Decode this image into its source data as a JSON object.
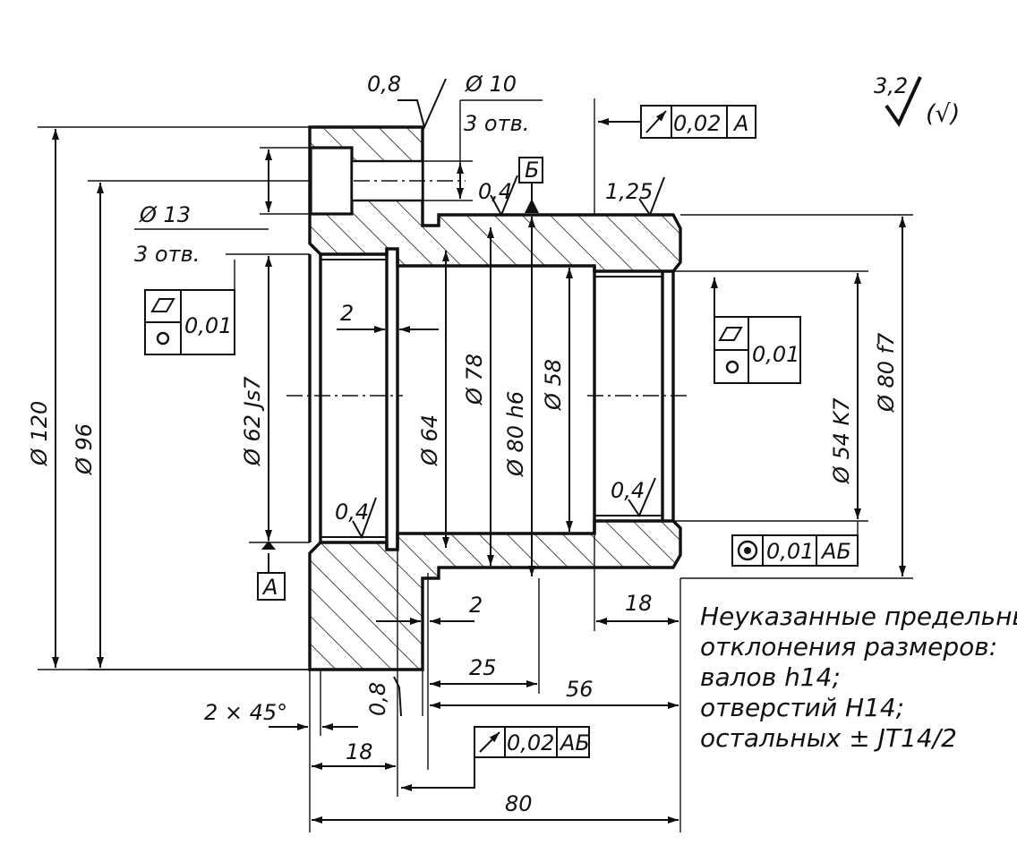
{
  "general_roughness": {
    "value": "3,2",
    "remainder_mark": "(√)"
  },
  "datums": {
    "a": "А",
    "b": "Б"
  },
  "roughness": {
    "face_flange": "0,8",
    "bore_top": "0,4",
    "outer_right": "1,25",
    "bore_left": "0,4",
    "bore_right": "0,4",
    "face_bottom": "0,8"
  },
  "holes": {
    "small_dia": "Ø 10",
    "small_count": "3 отв.",
    "large_dia": "Ø 13",
    "large_count": "3 отв."
  },
  "tolerances": {
    "runout_top": {
      "value": "0,02",
      "datum": "А"
    },
    "runout_bottom": {
      "value": "0,02",
      "datum": "АБ"
    },
    "cyl_left": {
      "value": "0,01"
    },
    "cyl_right": {
      "value": "0,01"
    },
    "coaxial": {
      "value": "0,01",
      "datum": "АБ"
    }
  },
  "diameters": {
    "d120": "Ø 120",
    "d96": "Ø 96",
    "d62": "Ø 62 Js7",
    "d64": "Ø 64",
    "d78": "Ø 78",
    "d80h6": "Ø 80 h6",
    "d58": "Ø 58",
    "d54": "Ø 54 K7",
    "d80f7": "Ø 80 f7"
  },
  "lengths": {
    "groove_top": "2",
    "groove_bottom": "2",
    "right_18": "18",
    "len_25": "25",
    "len_56": "56",
    "left_18": "18",
    "total_80": "80",
    "chamfer": "2 × 45°"
  },
  "note": {
    "line1": "Неуказанные предельные",
    "line2": "отклонения размеров:",
    "line3": "валов h14;",
    "line4": "отверстий H14;",
    "line5": "остальных ± JT14/2"
  }
}
